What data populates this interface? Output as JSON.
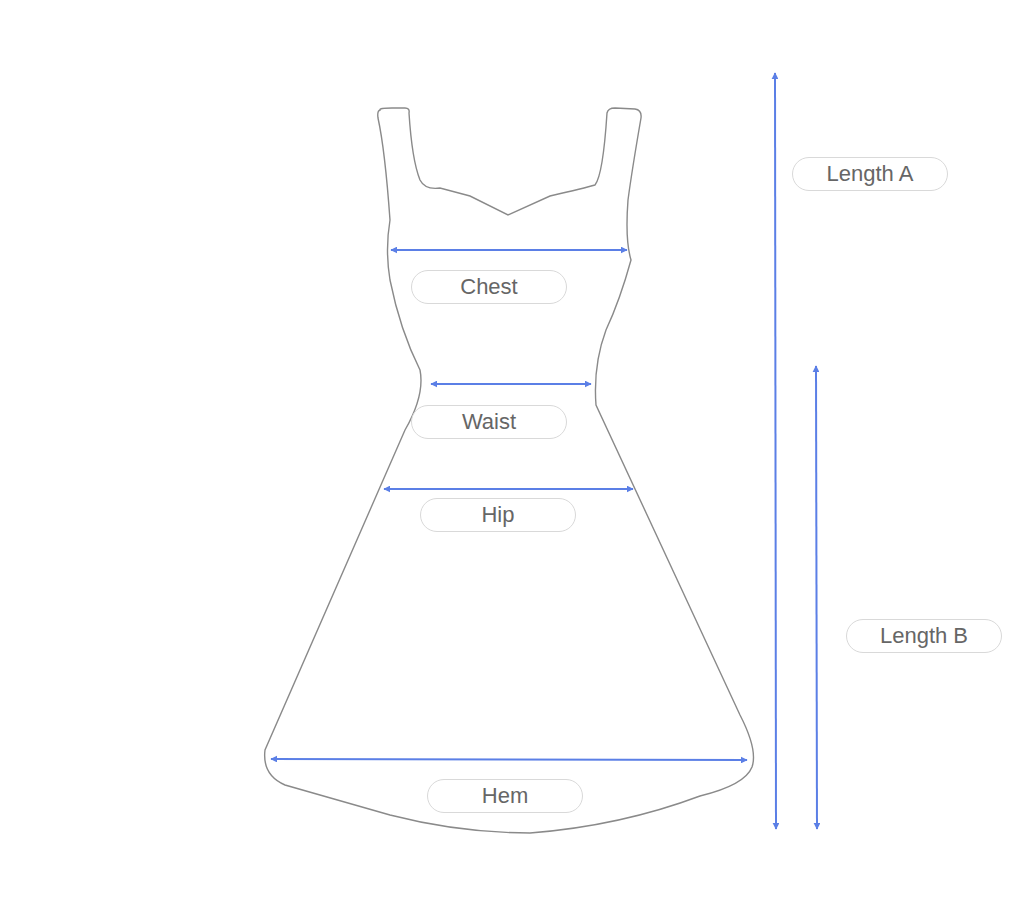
{
  "diagram": {
    "nodes": [
      {
        "text": [
          "Length A"
        ]
      },
      {
        "text": [
          "Chest"
        ]
      },
      {
        "text": [
          "Waist"
        ]
      },
      {
        "text": [
          "Hip"
        ]
      },
      {
        "text": [
          "Length B"
        ]
      },
      {
        "text": [
          "Hem"
        ]
      }
    ]
  }
}
